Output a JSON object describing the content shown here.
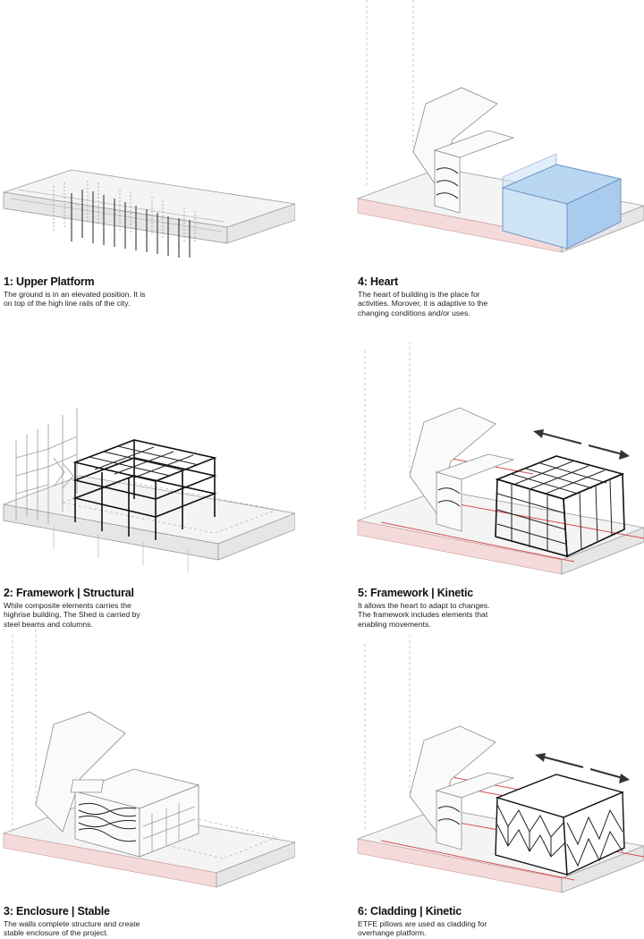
{
  "panels": [
    {
      "id": "upper-platform",
      "title": "1: Upper Platform",
      "lines": [
        "The ground is in an elevated position. It is",
        "on top of the high line rails of the city."
      ]
    },
    {
      "id": "framework-structural",
      "title": "2: Framework | Structural",
      "lines": [
        "While composite elements carries the",
        "highrise building, The Shed is carried by",
        "steel beams and columns."
      ]
    },
    {
      "id": "enclosure-stable",
      "title": "3: Enclosure | Stable",
      "lines": [
        "The walls complete structure and create",
        "stable enclosure of the project."
      ]
    },
    {
      "id": "heart",
      "title": "4: Heart",
      "lines": [
        "The heart of building is the place for",
        "activities. Morover, it is adaptive to the",
        "changing conditions and/or uses."
      ]
    },
    {
      "id": "framework-kinetic",
      "title": "5: Framework | Kinetic",
      "lines": [
        "It allows the heart to adapt to changes.",
        "The framework includes elements that",
        "enabling movements."
      ]
    },
    {
      "id": "cladding-kinetic",
      "title": "6: Cladding | Kinetic",
      "lines": [
        "ETFE pillows are used as cladding for",
        "overhange platform."
      ]
    }
  ],
  "colors": {
    "heart_volume": "#cfe3f7",
    "kinetic_rails": "#d94b4b",
    "line_grey": "#9a9a9a",
    "structure_black": "#111111"
  }
}
